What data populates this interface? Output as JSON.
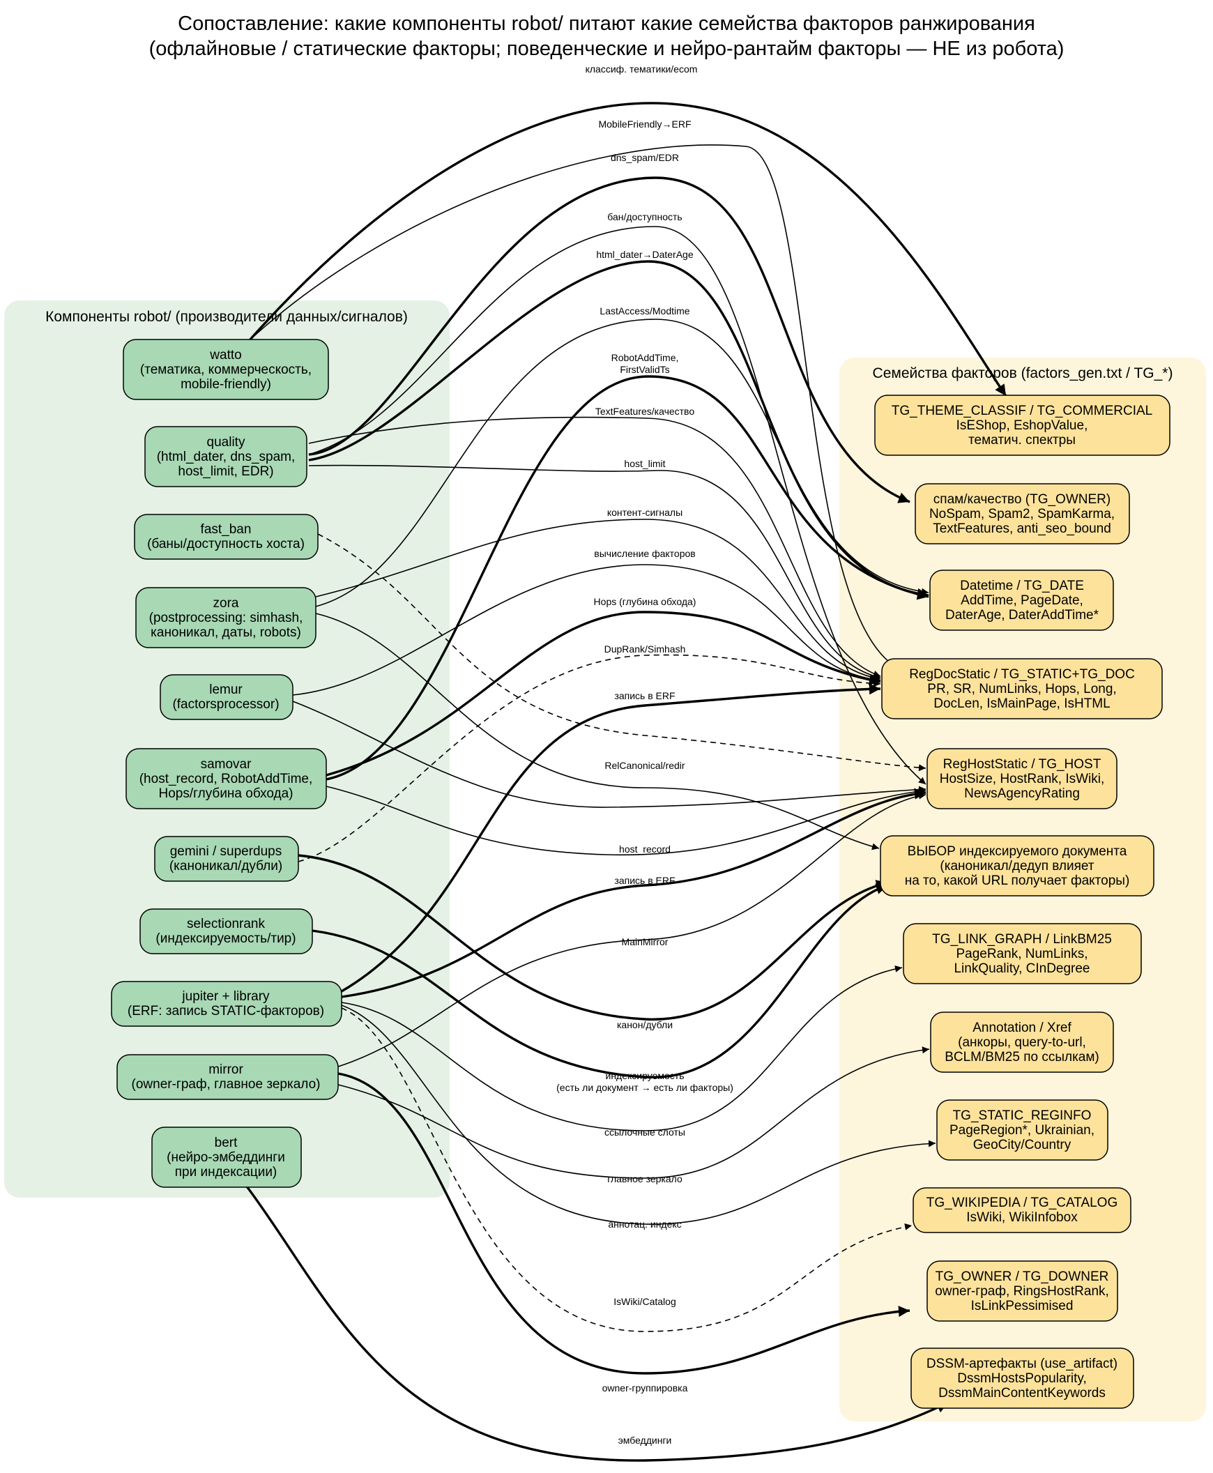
{
  "title": {
    "line1": "Сопоставление: какие компоненты robot/ питают какие семейства факторов ранжирования",
    "line2": "(офлайновые / статические факторы; поведенческие и нейро-рантайм факторы — НЕ из робота)"
  },
  "clusters": {
    "left": "Компоненты robot/ (производители данных/сигналов)",
    "right": "Семейства факторов (factors_gen.txt / TG_*)"
  },
  "left_nodes": [
    {
      "id": "watto",
      "lines": [
        "watto",
        "(тематика, коммерческость,",
        "mobile-friendly)"
      ]
    },
    {
      "id": "quality",
      "lines": [
        "quality",
        "(html_dater, dns_spam,",
        "host_limit, EDR)"
      ]
    },
    {
      "id": "fast_ban",
      "lines": [
        "fast_ban",
        "(баны/доступность хоста)"
      ]
    },
    {
      "id": "zora",
      "lines": [
        "zora",
        "(postprocessing: simhash,",
        "каноникал, даты, robots)"
      ]
    },
    {
      "id": "lemur",
      "lines": [
        "lemur",
        "(factorsprocessor)"
      ]
    },
    {
      "id": "samovar",
      "lines": [
        "samovar",
        "(host_record, RobotAddTime,",
        "Hops/глубина обхода)"
      ]
    },
    {
      "id": "gemini",
      "lines": [
        "gemini / superdups",
        "(каноникал/дубли)"
      ]
    },
    {
      "id": "selectionrank",
      "lines": [
        "selectionrank",
        "(индексируемость/тир)"
      ]
    },
    {
      "id": "jupiter",
      "lines": [
        "jupiter + library",
        "(ERF: запись STATIC-факторов)"
      ]
    },
    {
      "id": "mirror",
      "lines": [
        "mirror",
        "(owner-граф, главное зеркало)"
      ]
    },
    {
      "id": "bert",
      "lines": [
        "bert",
        "(нейро-эмбеддинги",
        "при индексации)"
      ]
    }
  ],
  "right_nodes": [
    {
      "id": "theme",
      "lines": [
        "TG_THEME_CLASSIF / TG_COMMERCIAL",
        "IsEShop, EshopValue,",
        "тематич. спектры"
      ]
    },
    {
      "id": "spam",
      "lines": [
        "спам/качество (TG_OWNER)",
        "NoSpam, Spam2, SpamKarma,",
        "TextFeatures, anti_seo_bound"
      ]
    },
    {
      "id": "date",
      "lines": [
        "Datetime / TG_DATE",
        "AddTime, PageDate,",
        "DaterAge, DaterAddTime*"
      ]
    },
    {
      "id": "regdoc",
      "lines": [
        "RegDocStatic / TG_STATIC+TG_DOC",
        "PR, SR, NumLinks, Hops, Long,",
        "DocLen, IsMainPage, IsHTML"
      ]
    },
    {
      "id": "reghost",
      "lines": [
        "RegHostStatic / TG_HOST",
        "HostSize, HostRank, IsWiki,",
        "NewsAgencyRating"
      ]
    },
    {
      "id": "choice",
      "lines": [
        "ВЫБОР индексируемого документа",
        "(каноникал/дедуп влияет",
        "на то, какой URL получает факторы)"
      ]
    },
    {
      "id": "linkgraph",
      "lines": [
        "TG_LINK_GRAPH / LinkBM25",
        "PageRank, NumLinks,",
        "LinkQuality, CInDegree"
      ]
    },
    {
      "id": "annotation",
      "lines": [
        "Annotation / Xref",
        "(анкоры, query-to-url,",
        "BCLM/BM25 по ссылкам)"
      ]
    },
    {
      "id": "reginfo",
      "lines": [
        "TG_STATIC_REGINFO",
        "PageRegion*, Ukrainian,",
        "GeoCity/Country"
      ]
    },
    {
      "id": "wiki",
      "lines": [
        "TG_WIKIPEDIA / TG_CATALOG",
        "IsWiki, WikiInfobox"
      ]
    },
    {
      "id": "owner",
      "lines": [
        "TG_OWNER / TG_DOWNER",
        "owner-граф, RingsHostRank,",
        "IsLinkPessimised"
      ]
    },
    {
      "id": "dssm",
      "lines": [
        "DSSM-артефакты (use_artifact)",
        "DssmHostsPopularity,",
        "DssmMainContentKeywords"
      ]
    }
  ],
  "edge_labels": [
    [
      "классиф. тематики/ecom"
    ],
    [
      "MobileFriendly→ERF"
    ],
    [
      "dns_spam/EDR"
    ],
    [
      "бан/доступность"
    ],
    [
      "html_dater→DaterAge"
    ],
    [
      "LastAccess/Modtime"
    ],
    [
      "RobotAddTime,",
      "FirstValidTs"
    ],
    [
      "TextFeatures/качество"
    ],
    [
      "host_limit"
    ],
    [
      "контент-сигналы"
    ],
    [
      "вычисление факторов"
    ],
    [
      "Hops (глубина обхода)"
    ],
    [
      "DupRank/Simhash"
    ],
    [
      "запись в ERF"
    ],
    [
      "RelCanonical/redir"
    ],
    [
      "host_record"
    ],
    [
      "запись в ERF"
    ],
    [
      "MainMirror"
    ],
    [
      "канон/дубли"
    ],
    [
      "индексируемость",
      "(есть ли документ → есть ли факторы)"
    ],
    [
      "ссылочные слоты"
    ],
    [
      "главное зеркало"
    ],
    [
      "аннотац. индекс"
    ],
    [
      "IsWiki/Catalog"
    ],
    [
      "owner-группировка"
    ],
    [
      "эмбеддинги"
    ]
  ],
  "colors": {
    "left_cluster_bg": "#e5f1e5",
    "left_node_fill": "#a8d8b4",
    "right_cluster_bg": "#fdf5dc",
    "right_node_fill": "#fde29b",
    "edge": "#000000"
  }
}
